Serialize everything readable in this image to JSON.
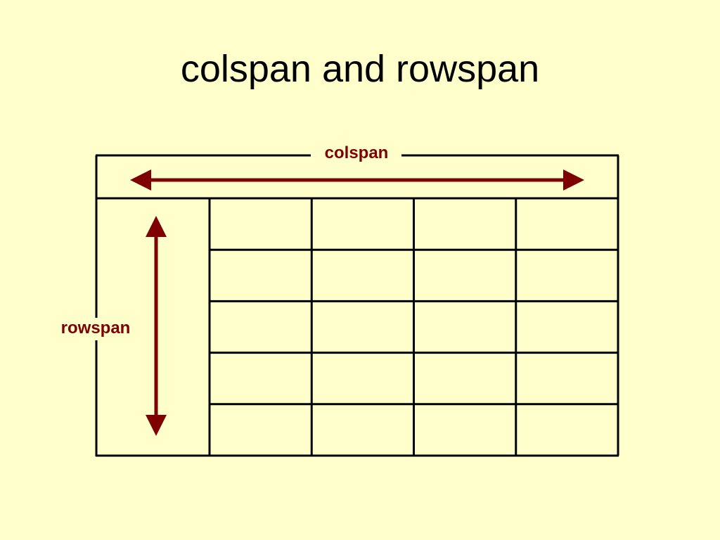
{
  "slide": {
    "title": "colspan and rowspan"
  },
  "diagram": {
    "colspan_label": "colspan",
    "rowspan_label": "rowspan",
    "grid_rows": 5,
    "grid_cols": 4
  },
  "colors": {
    "background": "#FFFFCC",
    "line": "#000000",
    "arrow": "#7F0000",
    "label": "#7F0000"
  }
}
